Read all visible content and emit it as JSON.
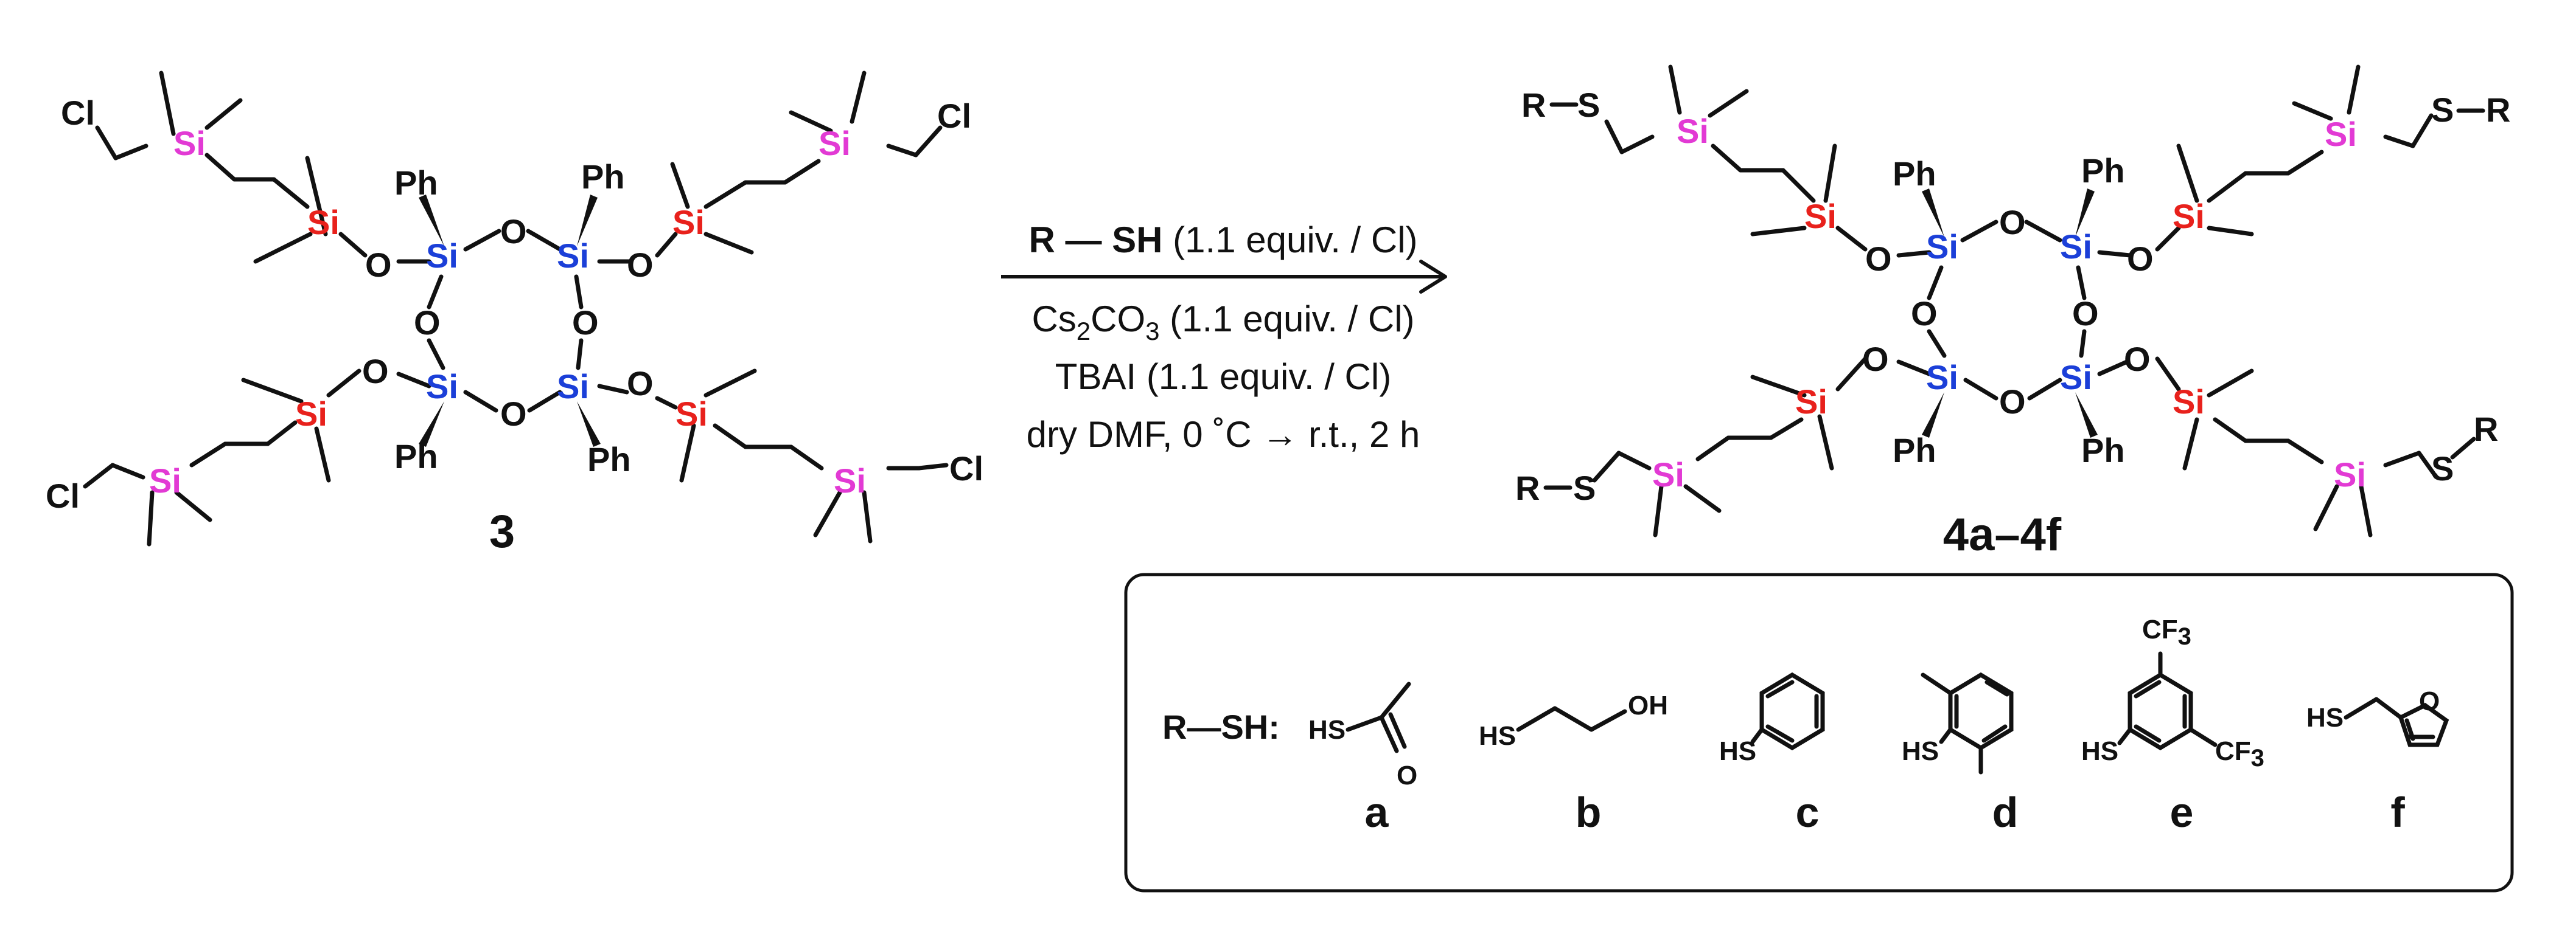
{
  "compound_start": {
    "label": "3"
  },
  "compound_product": {
    "label": "4a–4f"
  },
  "atoms": {
    "si": "Si",
    "o": "O",
    "ph": "Ph",
    "cl": "Cl",
    "s": "S",
    "r": "R"
  },
  "conditions": {
    "reagent_bold": "R",
    "reagent_sh": "SH",
    "reagent_rest": "(1.1 equiv. / Cl)",
    "line2_pre": "Cs",
    "line2_sub1": "2",
    "line2_mid": "CO",
    "line2_sub2": "3",
    "line2_post": "(1.1 equiv. / Cl)",
    "line3": "TBAI (1.1 equiv. / Cl)",
    "line4": "dry DMF, 0 ˚C → r.t., 2 h"
  },
  "thiol_box": {
    "title": "R—SH:",
    "items": [
      {
        "letter": "a",
        "hs": "HS",
        "o": "O"
      },
      {
        "letter": "b",
        "hs": "HS",
        "oh": "OH"
      },
      {
        "letter": "c",
        "hs": "HS"
      },
      {
        "letter": "d",
        "hs": "HS"
      },
      {
        "letter": "e",
        "hs": "HS",
        "cf3_top": "CF",
        "cf3_right": "CF",
        "sub": "3"
      },
      {
        "letter": "f",
        "hs": "HS",
        "o": "O"
      }
    ]
  },
  "colors": {
    "si_ring": "#1b3fd8",
    "si_linker": "#e8211c",
    "si_terminal": "#e23ad4"
  }
}
